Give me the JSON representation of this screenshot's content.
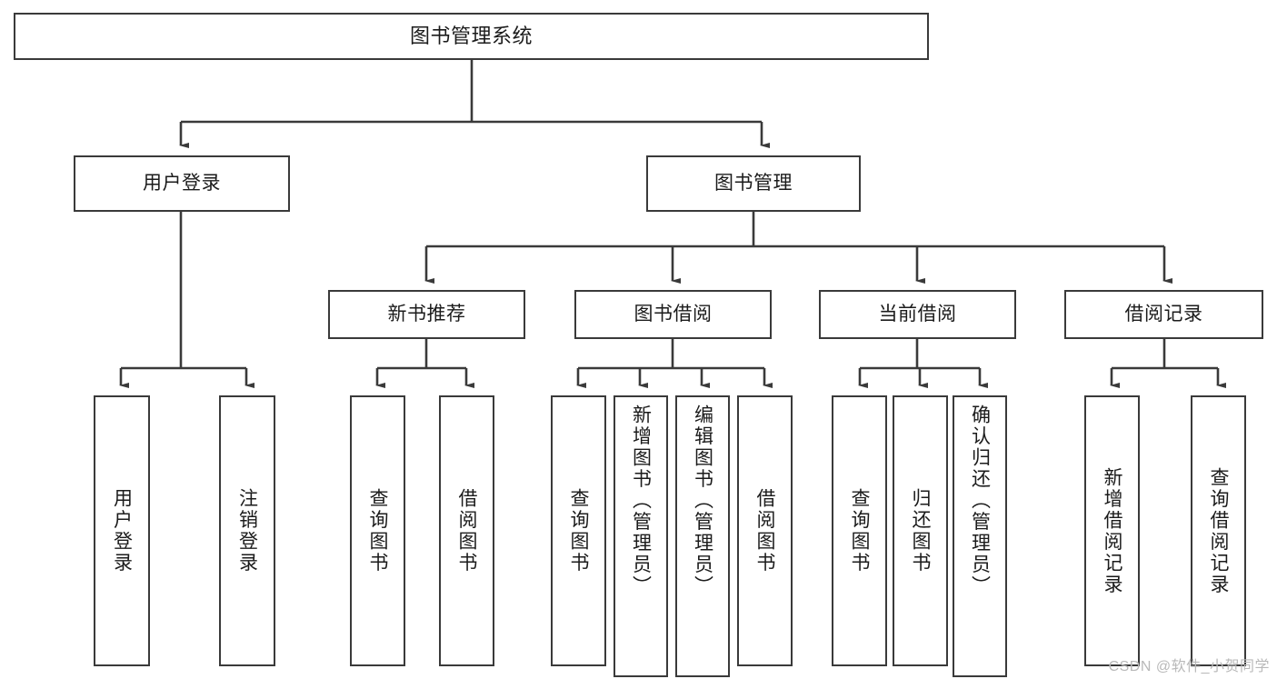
{
  "diagram": {
    "type": "tree-hierarchy",
    "title": "图书管理系统",
    "watermark": "CSDN @软件_小贺同学",
    "colors": {
      "box_border": "#3a3a3a",
      "box_fill": "#ffffff",
      "connector": "#3a3a3a",
      "text": "#1b1b1b",
      "watermark": "#b9b9b9"
    },
    "root": {
      "label": "图书管理系统"
    },
    "level2": [
      {
        "id": "user-login",
        "label": "用户登录"
      },
      {
        "id": "book-manage",
        "label": "图书管理"
      }
    ],
    "level3": [
      {
        "id": "new-book-recommend",
        "label": "新书推荐",
        "parent": "book-manage"
      },
      {
        "id": "book-borrow",
        "label": "图书借阅",
        "parent": "book-manage"
      },
      {
        "id": "current-borrow",
        "label": "当前借阅",
        "parent": "book-manage"
      },
      {
        "id": "borrow-record",
        "label": "借阅记录",
        "parent": "book-manage"
      }
    ],
    "leaves": {
      "user-login": [
        {
          "id": "leaf-user-login",
          "label": "用户登录"
        },
        {
          "id": "leaf-user-logout",
          "label": "注销登录"
        }
      ],
      "new-book-recommend": [
        {
          "id": "leaf-query-book-1",
          "label": "查询图书"
        },
        {
          "id": "leaf-borrow-book-1",
          "label": "借阅图书"
        }
      ],
      "book-borrow": [
        {
          "id": "leaf-query-book-2",
          "label": "查询图书"
        },
        {
          "id": "leaf-add-book",
          "label": "新增图书（管理员）"
        },
        {
          "id": "leaf-edit-book",
          "label": "编辑图书（管理员）"
        },
        {
          "id": "leaf-borrow-book-2",
          "label": "借阅图书"
        }
      ],
      "current-borrow": [
        {
          "id": "leaf-query-book-3",
          "label": "查询图书"
        },
        {
          "id": "leaf-return-book",
          "label": "归还图书"
        },
        {
          "id": "leaf-confirm-return",
          "label": "确认归还（管理员）"
        }
      ],
      "borrow-record": [
        {
          "id": "leaf-add-record",
          "label": "新增借阅记录"
        },
        {
          "id": "leaf-query-record",
          "label": "查询借阅记录"
        }
      ]
    }
  }
}
